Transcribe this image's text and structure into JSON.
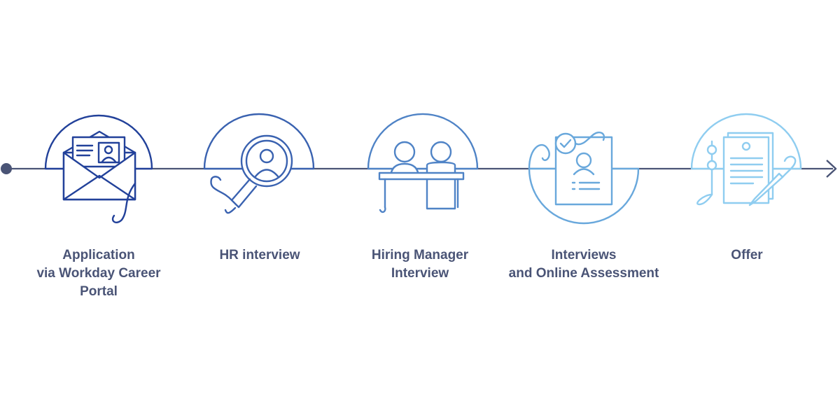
{
  "colors": {
    "timeline": "#4a5476",
    "step_1": "#22419a",
    "step_2": "#3a62b0",
    "step_3": "#4f83c6",
    "step_4": "#69a8dc",
    "step_5": "#8fcdf0",
    "label_text": "#4a5476"
  },
  "steps": [
    {
      "icon": "envelope-with-profile-card-icon",
      "label_lines": [
        "Application",
        "via Workday Career",
        "Portal"
      ]
    },
    {
      "icon": "magnifying-glass-person-icon",
      "label_lines": [
        "HR interview"
      ]
    },
    {
      "icon": "two-people-at-table-icon",
      "label_lines": [
        "Hiring Manager",
        "Interview"
      ]
    },
    {
      "icon": "checked-profile-document-icon",
      "label_lines": [
        "Interviews",
        "and Online Assessment"
      ]
    },
    {
      "icon": "signed-contract-pen-icon",
      "label_lines": [
        "Offer"
      ]
    }
  ]
}
